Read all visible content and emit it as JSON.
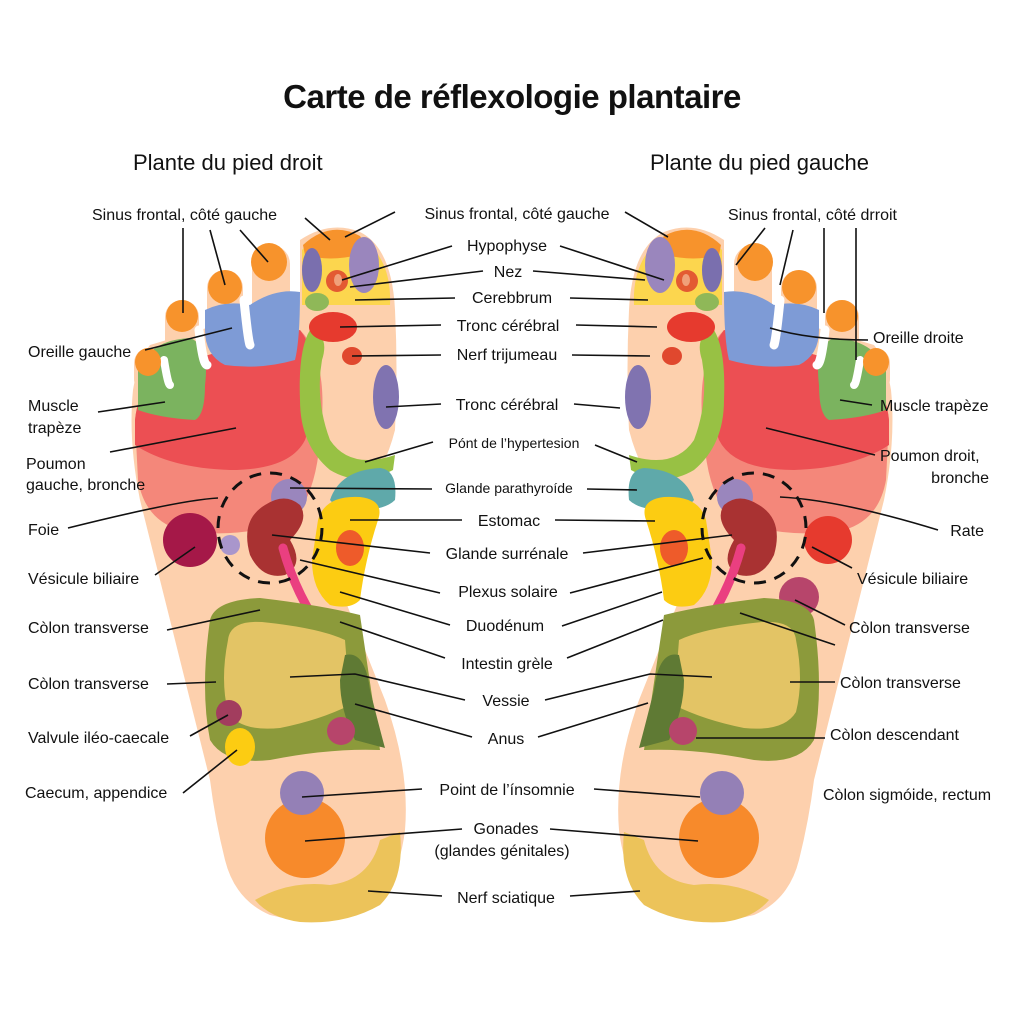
{
  "title": "Carte de réflexologie plantaire",
  "subtitles": {
    "right_foot": "Plante du pied droit",
    "left_foot": "Plante du pied gauche"
  },
  "colors": {
    "skin": "#fdd0ad",
    "toe_tip": "#f7932c",
    "ear_blue": "#7e9bd6",
    "trapezius_green": "#7bb35f",
    "lung_red": "#ec4f53",
    "bronchi_pink": "#f4877a",
    "spine_green": "#98c144",
    "head_yellow": "#fcd64e",
    "purple": "#8f78b4",
    "red_spot": "#e63a2e",
    "teal": "#5fa9aa",
    "stomach_yellow": "#fccc12",
    "adrenal_orange": "#ee5b2a",
    "kidney": "#a93232",
    "ureter_pink": "#ea3f80",
    "colon_olive": "#8c9a3b",
    "intestine_tan": "#e3c465",
    "bladder_green": "#5f7a34",
    "anus_mauve": "#b7456b",
    "liver_crimson": "#a51848",
    "gonad_orange": "#f78a2b",
    "sciatic_yellow": "#ecc35a"
  },
  "labels": {
    "center": {
      "sinus_frontal_gauche": "Sinus frontal, côté gauche",
      "hypophyse": "Hypophyse",
      "nez": "Nez",
      "cerebbrum": "Cerebbrum",
      "tronc_cerebral_1": "Tronc cérébral",
      "nerf_trijumeau": "Nerf trijumeau",
      "tronc_cerebral_2": "Tronc cérébral",
      "point_hypertension": "Pónt de l’hypertesion",
      "glande_parathyroide": "Glande parathyroíde",
      "estomac": "Estomac",
      "glande_surrenale": "Glande surrénale",
      "plexus_solaire": "Plexus solaire",
      "duodenum": "Duodénum",
      "intestin_grele": "Intestin grèle",
      "vessie": "Vessie",
      "anus": "Anus",
      "point_insomnie": "Point de l’ínsomnie",
      "gonades_1": "Gonades",
      "gonades_2": "(glandes génitales)",
      "nerf_sciatique": "Nerf sciatique"
    },
    "left_side": {
      "sinus_frontal_gauche": "Sinus frontal, côté gauche",
      "oreille_gauche": "Oreille gauche",
      "muscle_1": "Muscle",
      "muscle_2": "trapèze",
      "poumon_1": "Poumon",
      "poumon_2": "gauche, bronche",
      "foie": "Foie",
      "vesicule_biliaire": "Vésicule biliaire",
      "colon_transverse_1": "Còlon transverse",
      "colon_transverse_2": "Còlon transverse",
      "valvule": "Valvule iléo-caecale",
      "caecum": "Caecum, appendice"
    },
    "right_side": {
      "sinus_frontal_droit": "Sinus frontal, côté drroit",
      "oreille_droite": "Oreille droite",
      "muscle_trapeze": "Muscle trapèze",
      "poumon_1": "Poumon droit,",
      "poumon_2": "bronche",
      "rate": "Rate",
      "vesicule_biliaire": "Vésicule biliaire",
      "colon_transverse_1": "Còlon transverse",
      "colon_transverse_2": "Còlon transverse",
      "colon_descendant": "Còlon descendant",
      "colon_sigmoide": "Còlon sigmóide, rectum"
    }
  }
}
